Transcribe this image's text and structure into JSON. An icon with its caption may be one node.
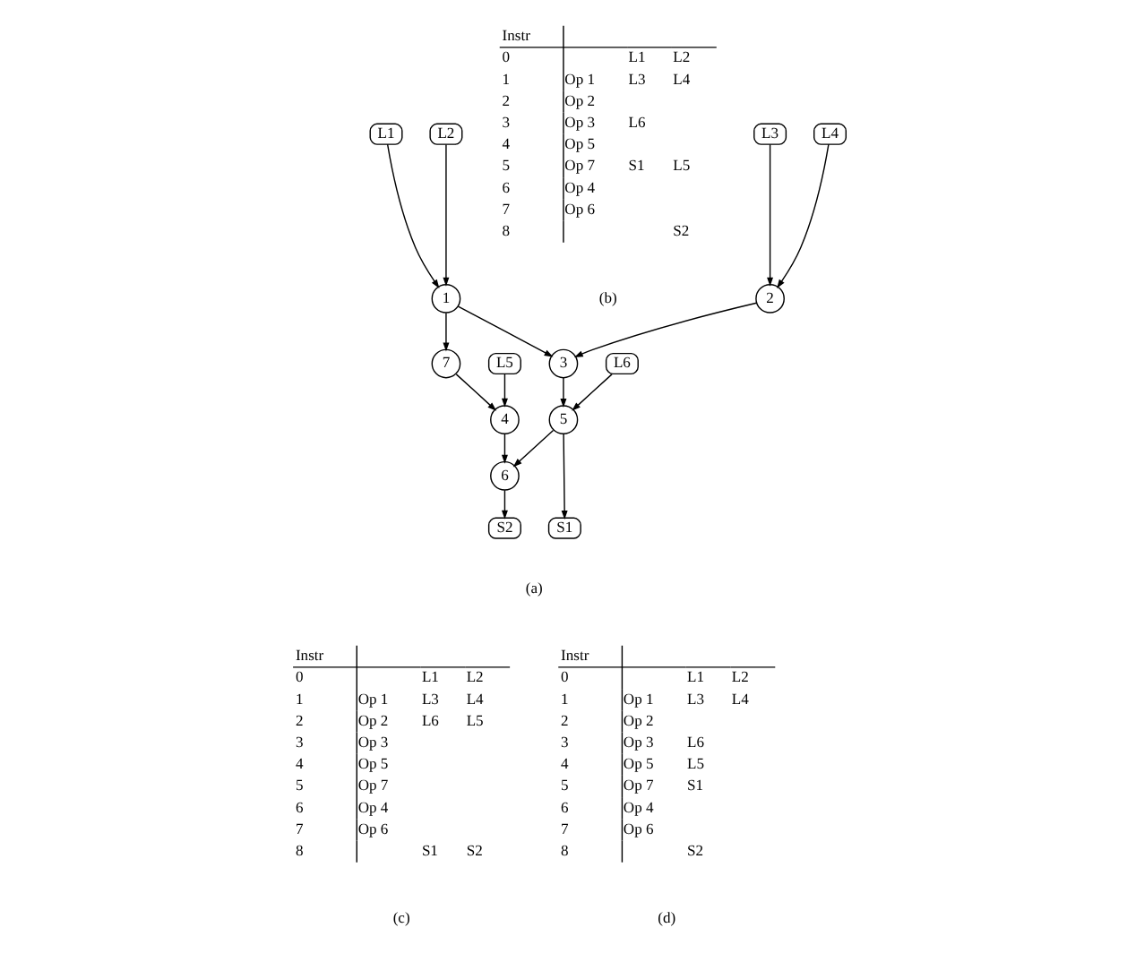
{
  "diagram": {
    "nodes": [
      {
        "text": [
          "L1"
        ]
      },
      {
        "text": [
          "L2"
        ]
      },
      {
        "text": [
          "L3"
        ]
      },
      {
        "text": [
          "L4"
        ]
      },
      {
        "text": [
          "1"
        ]
      },
      {
        "text": [
          "2"
        ]
      },
      {
        "text": [
          "L5"
        ]
      },
      {
        "text": [
          "7"
        ]
      },
      {
        "text": [
          "3"
        ]
      },
      {
        "text": [
          "L6"
        ]
      },
      {
        "text": [
          "4"
        ]
      },
      {
        "text": [
          "5"
        ]
      },
      {
        "text": [
          "6"
        ]
      },
      {
        "text": [
          "S2"
        ]
      },
      {
        "text": [
          "S1"
        ]
      }
    ],
    "edges": [
      {
        "from": 0,
        "to": 4,
        "arrow": "to"
      },
      {
        "from": 1,
        "to": 4,
        "arrow": "to"
      },
      {
        "from": 2,
        "to": 5,
        "arrow": "to"
      },
      {
        "from": 3,
        "to": 5,
        "arrow": "to"
      },
      {
        "from": 4,
        "to": 7,
        "arrow": "to"
      },
      {
        "from": 4,
        "to": 8,
        "arrow": "to"
      },
      {
        "from": 5,
        "to": 8,
        "arrow": "to"
      },
      {
        "from": 6,
        "to": 10,
        "arrow": "to"
      },
      {
        "from": 7,
        "to": 10,
        "arrow": "to"
      },
      {
        "from": 8,
        "to": 11,
        "arrow": "to"
      },
      {
        "from": 9,
        "to": 11,
        "arrow": "to"
      },
      {
        "from": 10,
        "to": 12,
        "arrow": "to"
      },
      {
        "from": 11,
        "to": 12,
        "arrow": "to"
      },
      {
        "from": 11,
        "to": 14,
        "arrow": "to"
      },
      {
        "from": 12,
        "to": 13,
        "arrow": "to"
      }
    ],
    "labels": [
      "(a)",
      "Instr",
      "0",
      "L1",
      "L2",
      "1",
      "Op 1",
      "L3",
      "L4",
      "2",
      "Op 2",
      "3",
      "Op 3",
      "L6",
      "4",
      "Op 5",
      "5",
      "Op 7",
      "S1",
      "L5",
      "6",
      "Op 4",
      "7",
      "Op 6",
      "8",
      "S2",
      "(b)",
      "Instr",
      "0",
      "L1",
      "L2",
      "1",
      "Op 1",
      "L3",
      "L4",
      "2",
      "Op 2",
      "L6",
      "L5",
      "3",
      "Op 3",
      "4",
      "Op 5",
      "5",
      "Op 7",
      "6",
      "Op 4",
      "7",
      "Op 6",
      "8",
      "S1",
      "S2",
      "(c)",
      "Instr",
      "0",
      "L1",
      "L2",
      "1",
      "Op 1",
      "L3",
      "L4",
      "2",
      "Op 2",
      "3",
      "Op 3",
      "L6",
      "4",
      "Op 5",
      "L5",
      "5",
      "Op 7",
      "S1",
      "6",
      "Op 4",
      "7",
      "Op 6",
      "8",
      "S2",
      "(d)"
    ]
  }
}
